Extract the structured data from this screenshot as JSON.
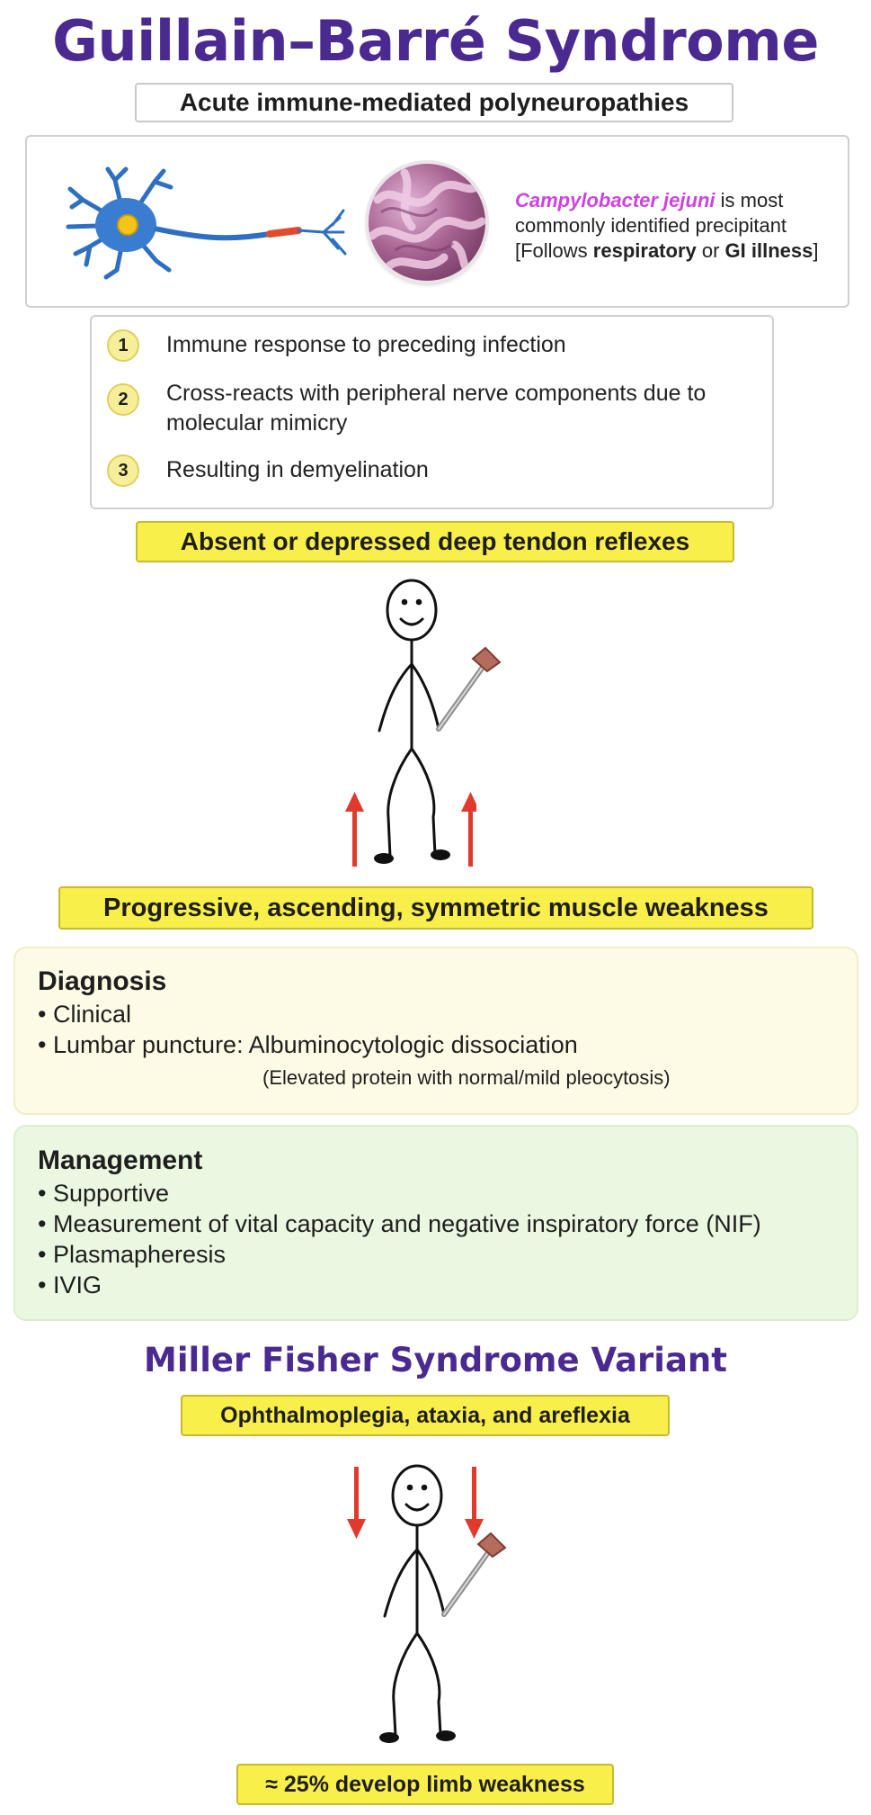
{
  "header": {
    "title": "Guillain–Barré Syndrome",
    "subtitle": "Acute immune-mediated polyneuropathies"
  },
  "precipitant": {
    "organism": "Campylobacter jejuni",
    "text_1": " is most",
    "text_2": "commonly identified precipitant",
    "bracket_open": "[Follows ",
    "bold_1": "respiratory",
    "middle": " or ",
    "bold_2": "GI illness",
    "bracket_close": "]"
  },
  "steps": [
    {
      "num": "1",
      "text": "Immune response to preceding infection"
    },
    {
      "num": "2",
      "text": "Cross-reacts with peripheral nerve components due to molecular mimicry"
    },
    {
      "num": "3",
      "text": "Resulting in demyelination"
    }
  ],
  "reflex_label": "Absent or depressed deep tendon reflexes",
  "weakness_label": "Progressive, ascending, symmetric muscle weakness",
  "diagnosis": {
    "heading": "Diagnosis",
    "items": [
      "• Clinical",
      "• Lumbar puncture: Albuminocytologic dissociation"
    ],
    "note": "(Elevated protein with normal/mild pleocytosis)"
  },
  "management": {
    "heading": "Management",
    "items": [
      "• Supportive",
      "• Measurement of vital capacity and negative inspiratory force (NIF)",
      "• Plasmapheresis",
      "• IVIG"
    ]
  },
  "variant": {
    "title": "Miller Fisher Syndrome Variant",
    "label": "Ophthalmoplegia, ataxia, and areflexia",
    "footer": "≈ 25% develop limb weakness"
  },
  "colors": {
    "title_purple": "#4a2a91",
    "organism_pink": "#cc44dd",
    "highlight_yellow": "#f8ef4a",
    "arrow_red": "#e03a2e",
    "neuron_blue": "#2f6fc1"
  }
}
